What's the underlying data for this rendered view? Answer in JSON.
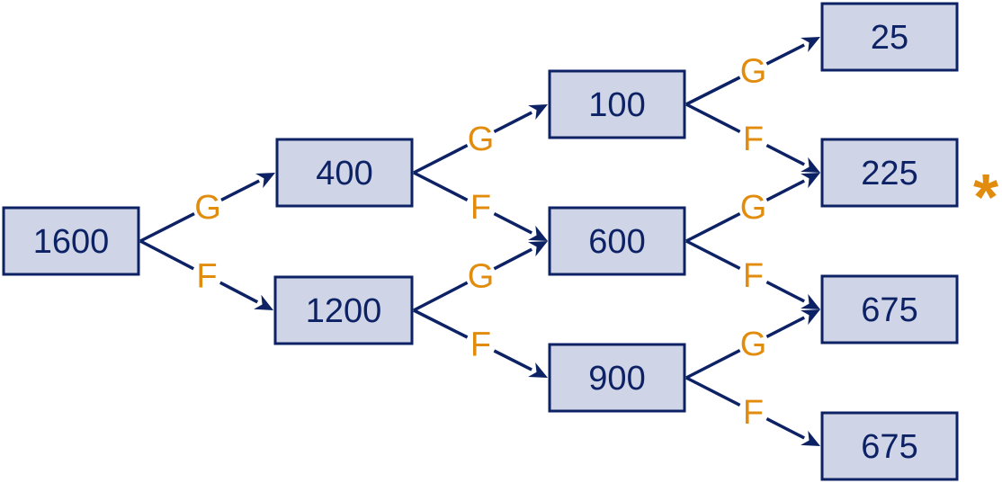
{
  "colors": {
    "node_fill": "#cfd5e6",
    "node_border": "#0d2265",
    "node_text": "#0d2265",
    "arrow": "#0d2265",
    "edge_label": "#e28c0e",
    "marker": "#e28c0e"
  },
  "nodes": [
    {
      "id": "n1600",
      "label": "1600"
    },
    {
      "id": "n400",
      "label": "400"
    },
    {
      "id": "n1200",
      "label": "1200"
    },
    {
      "id": "n100",
      "label": "100"
    },
    {
      "id": "n600",
      "label": "600"
    },
    {
      "id": "n900",
      "label": "900"
    },
    {
      "id": "n25",
      "label": "25"
    },
    {
      "id": "n225",
      "label": "225"
    },
    {
      "id": "n675a",
      "label": "675"
    },
    {
      "id": "n675b",
      "label": "675"
    }
  ],
  "edges": [
    {
      "from": "n1600",
      "to": "n400",
      "label": "G"
    },
    {
      "from": "n1600",
      "to": "n1200",
      "label": "F"
    },
    {
      "from": "n400",
      "to": "n100",
      "label": "G"
    },
    {
      "from": "n400",
      "to": "n600",
      "label": "F"
    },
    {
      "from": "n1200",
      "to": "n600",
      "label": "G"
    },
    {
      "from": "n1200",
      "to": "n900",
      "label": "F"
    },
    {
      "from": "n100",
      "to": "n25",
      "label": "G"
    },
    {
      "from": "n100",
      "to": "n225",
      "label": "F"
    },
    {
      "from": "n600",
      "to": "n225",
      "label": "G"
    },
    {
      "from": "n600",
      "to": "n675a",
      "label": "F"
    },
    {
      "from": "n900",
      "to": "n675a",
      "label": "G"
    },
    {
      "from": "n900",
      "to": "n675b",
      "label": "F"
    }
  ],
  "marker": {
    "node": "n225",
    "text": "*"
  }
}
